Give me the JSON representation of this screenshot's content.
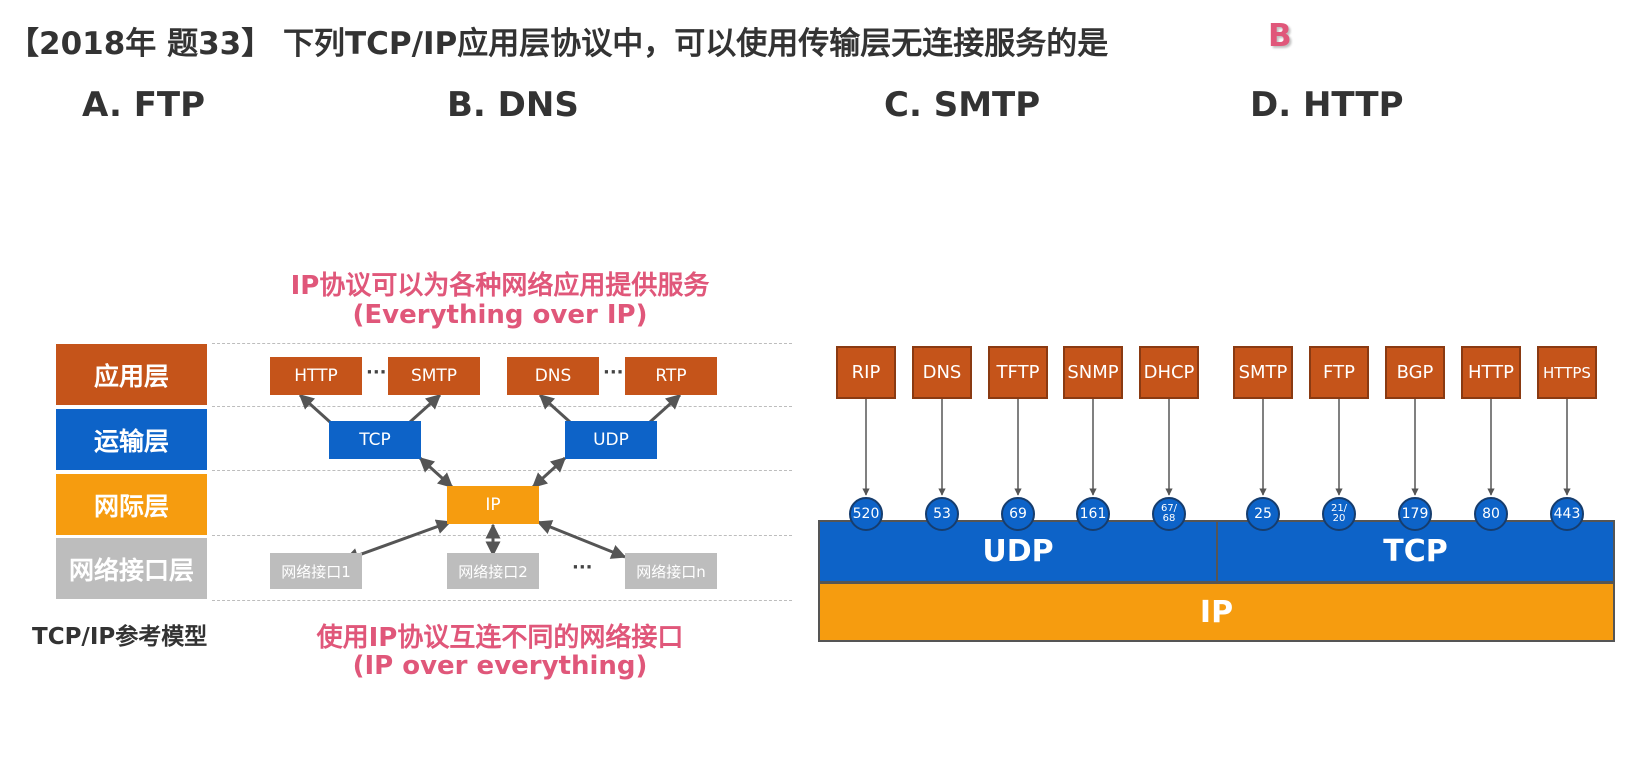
{
  "question": {
    "text": "【2018年 题33】 下列TCP/IP应用层协议中，可以使用传输层无连接服务的是",
    "answer": "B"
  },
  "options": [
    "A. FTP",
    "B. DNS",
    "C. SMTP",
    "D. HTTP"
  ],
  "model": {
    "top_note_line1": "IP协议可以为各种网络应用提供服务",
    "top_note_line2": "(Everything over IP)",
    "bottom_note_line1": "使用IP协议互连不同的网络接口",
    "bottom_note_line2": "(IP over everything)",
    "caption": "TCP/IP参考模型",
    "layers": [
      "应用层",
      "运输层",
      "网际层",
      "网络接口层"
    ],
    "layer_colors": [
      "#c5541a",
      "#0d63c8",
      "#f69c0f",
      "#bdbdbd"
    ],
    "app_protocols": [
      "HTTP",
      "SMTP",
      "DNS",
      "RTP"
    ],
    "transport": [
      "TCP",
      "UDP"
    ],
    "network": "IP",
    "interfaces": [
      "网络接口1",
      "网络接口2",
      "网络接口n"
    ],
    "ellipsis": "···"
  },
  "stack": {
    "protocols": [
      "RIP",
      "DNS",
      "TFTP",
      "SNMP",
      "DHCP",
      "SMTP",
      "FTP",
      "BGP",
      "HTTP",
      "HTTPS"
    ],
    "ports": [
      "520",
      "53",
      "69",
      "161",
      "67/\n68",
      "25",
      "21/\n20",
      "179",
      "80",
      "443"
    ],
    "udp_label": "UDP",
    "tcp_label": "TCP",
    "ip_label": "IP"
  },
  "colors": {
    "orange": "#c5541a",
    "blue": "#0d63c8",
    "yellow": "#f69c0f",
    "gray": "#bdbdbd",
    "pink": "#e0577a"
  }
}
